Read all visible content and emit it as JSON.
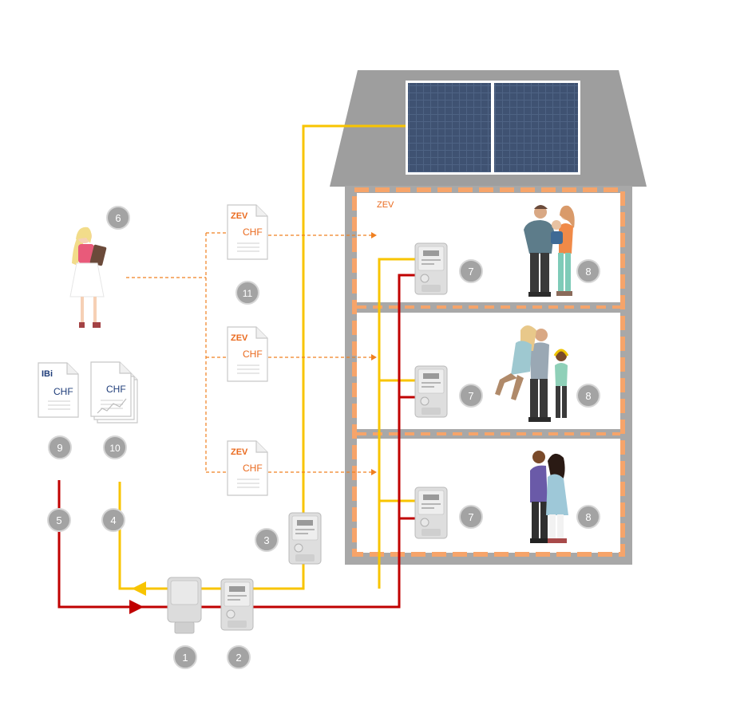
{
  "labels": {
    "zev": "ZEV",
    "chf": "CHF",
    "ibi": "IBi"
  },
  "badges": [
    "1",
    "2",
    "3",
    "4",
    "5",
    "6",
    "7",
    "8",
    "9",
    "10",
    "11"
  ],
  "colors": {
    "solar_line": "#f8c400",
    "grid_line": "#c00000",
    "invoice_line": "#f08020",
    "zev_border": "#f6a46a",
    "house": "#a8a8a8",
    "roof": "#9c9c9c",
    "badge": "#a3a3a3",
    "panel": "#465a78",
    "zev_text": "#ea6a1e",
    "chf_text": "#1f3d7a"
  },
  "icons": [
    "solar-panel-icon",
    "electricity-meter-icon",
    "invoice-document-icon",
    "person-icon",
    "family-icon",
    "connection-box-icon"
  ]
}
